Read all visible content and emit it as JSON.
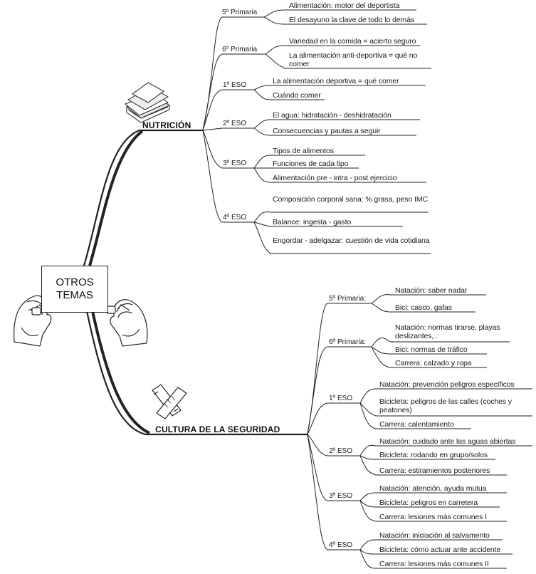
{
  "center": {
    "line1": "OTROS",
    "line2": "TEMAS"
  },
  "topics": {
    "nutricion": {
      "title": "NUTRICIÓN",
      "levels": [
        {
          "label": "5º Primaria",
          "items": [
            "Alimentación: motor del deportista",
            "El desayuno la clave de todo lo demás"
          ]
        },
        {
          "label": "6º Primaria",
          "items": [
            "Variedad en la comida = acierto seguro",
            "La alimentación anti-deportiva = qué no comer"
          ]
        },
        {
          "label": "1º ESO",
          "items": [
            "La alimentación deportiva = qué comer",
            "Cuándo comer"
          ]
        },
        {
          "label": "2º ESO",
          "items": [
            "El agua: hidratación - deshidratación",
            "Consecuencias y pautas a seguir"
          ]
        },
        {
          "label": "3º ESO",
          "items": [
            "Tipos de alimentos",
            "Funciones de cada tipo",
            "Alimentación pre - intra - post ejercicio"
          ]
        },
        {
          "label": "4º ESO",
          "items": [
            "Composición corporal sana: % grasa, peso IMC",
            "Balance: ingesta - gasto",
            "Engordar - adelgazar: cuestión de vida cotidiana"
          ]
        }
      ]
    },
    "seguridad": {
      "title": "CULTURA DE LA SEGURIDAD",
      "levels": [
        {
          "label": "5º Primaria:",
          "items": [
            "Natación: saber nadar",
            "Bici: casco, gafas"
          ]
        },
        {
          "label": "6º Primaria:",
          "items": [
            "Natación: normas tirarse, playas deslizantes, .",
            "Bici: normas de tráfico",
            "Carrera: calzado y ropa"
          ]
        },
        {
          "label": "1º ESO",
          "items": [
            "Natación: prevención peligros específicos",
            "Bicicleta: peligros de las calles (coches y peatones)",
            "Carrera: calentamiento"
          ]
        },
        {
          "label": "2º ESO",
          "items": [
            "Natación: cuidado ante las aguas abiertas",
            "Bicicleta: rodando en grupo/solos",
            "Carrera: estiramientos posteriores"
          ]
        },
        {
          "label": "3º ESO",
          "items": [
            "Natación: atención, ayuda mutua",
            "Bicicleta: peligros en carretera",
            "Carrera: lesiones más comunes I"
          ]
        },
        {
          "label": "4º ESO",
          "items": [
            "Natación: iniciación al salvamento",
            "Bicicleta: cómo actuar ante accidente",
            "Carrera: lesiones más comunes II"
          ]
        }
      ]
    }
  },
  "icons": {
    "nutrition": "papers-stack-icon",
    "safety": "crossed-bandages-icon",
    "center": "hands-holding-card-icon"
  }
}
